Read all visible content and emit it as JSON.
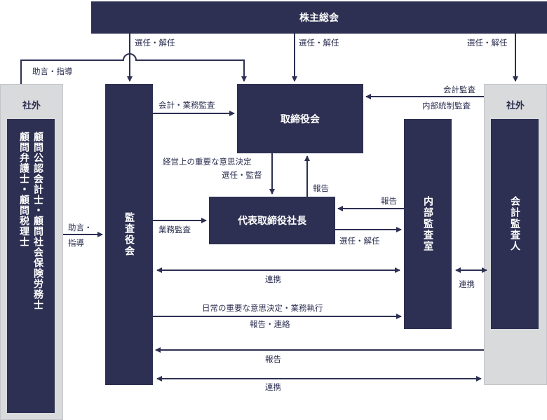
{
  "boxes": {
    "shareholders": "株主総会",
    "board": "取締役会",
    "president": "代表取締役社長",
    "auditors": "監査役会",
    "internal_audit": "内部監査室",
    "accounting_auditor": "会計監査人",
    "advisors_line1": "顧問弁護士・顧問税理士",
    "advisors_line2": "顧問公認会計士・顧問社会保険労務士"
  },
  "external": {
    "left": "社外",
    "right": "社外"
  },
  "labels": {
    "elect_dismiss_1": "選任・解任",
    "elect_dismiss_2": "選任・解任",
    "elect_dismiss_3": "選任・解任",
    "advice_guidance_top": "助言・指導",
    "advice_left_1": "助言・",
    "advice_left_2": "指導",
    "accounting_business_audit": "会計・業務監査",
    "accounting_audit": "会計監査",
    "internal_control_audit": "内部統制監査",
    "important_decisions": "経営上の重要な意思決定",
    "elect_supervise": "選任・監督",
    "report_president_board": "報告",
    "report_internal_president": "報告",
    "business_audit": "業務監査",
    "elect_dismiss_internal": "選任・解任",
    "cooperation_auditor_internal": "連携",
    "cooperation_internal_accounting": "連携",
    "daily_decisions": "日常の重要な意思決定・業務執行",
    "report_contact": "報告・連絡",
    "report_accounting": "報告",
    "cooperation_bottom": "連携"
  },
  "colors": {
    "box": "#2d3052",
    "gray_panel": "#d9dadc",
    "line": "#2d3052"
  }
}
